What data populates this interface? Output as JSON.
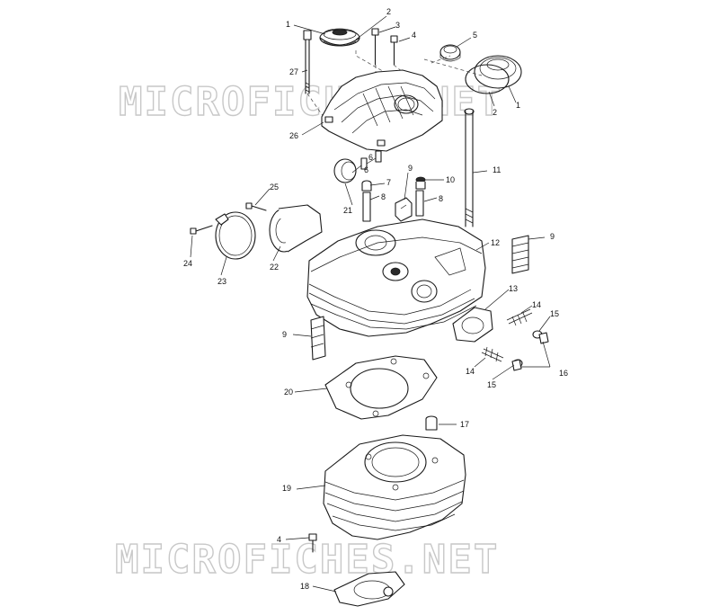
{
  "watermark": "MICROFICHES.NET",
  "callouts": [
    "1",
    "2",
    "3",
    "4",
    "5",
    "2",
    "1",
    "27",
    "26",
    "6",
    "6",
    "9",
    "10",
    "11",
    "7",
    "8",
    "8",
    "21",
    "25",
    "9",
    "12",
    "24",
    "23",
    "22",
    "13",
    "14",
    "15",
    "9",
    "14",
    "15",
    "16",
    "20",
    "17",
    "19",
    "4",
    "18"
  ],
  "colors": {
    "line": "#1a1a1a",
    "watermark": "#c8c8c8",
    "background": "#ffffff"
  }
}
